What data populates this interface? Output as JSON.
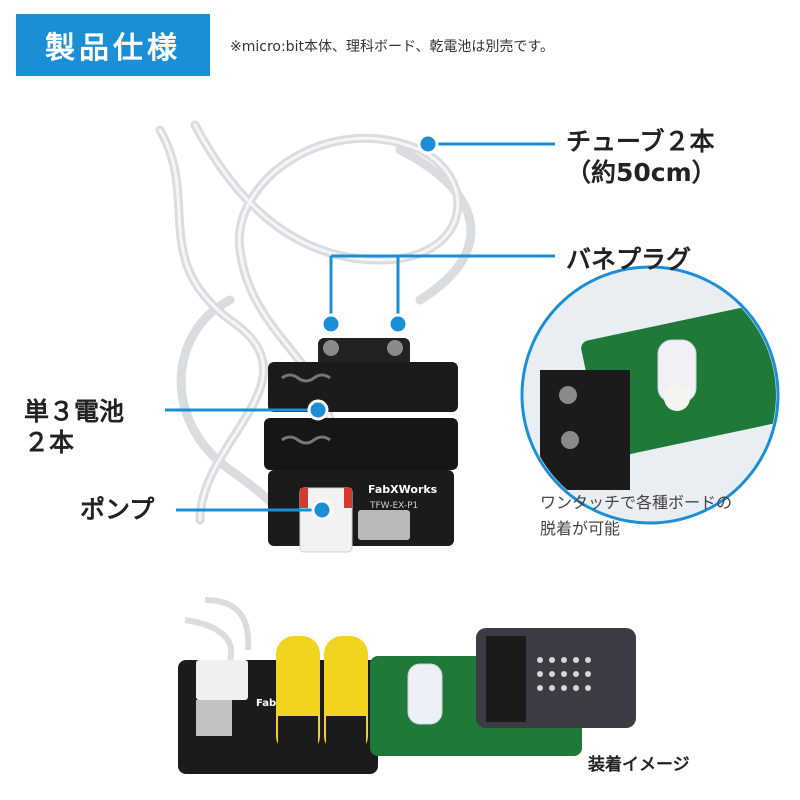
{
  "header": {
    "title": "製品仕様",
    "note": "※micro:bit本体、理科ボード、乾電池は別売です。"
  },
  "callouts": {
    "tube_line1": "チューブ２本",
    "tube_line2": "（約50cm）",
    "spring_plug": "バネプラグ",
    "battery_line1": "単３電池",
    "battery_line2": "２本",
    "pump": "ポンプ"
  },
  "detail_caption": {
    "line1": "ワンタッチで各種ボードの",
    "line2": "脱着が可能"
  },
  "install_label": "装着イメージ",
  "product_board": {
    "brand": "FabXWorks",
    "model": "TFW-EX-P1"
  },
  "colors": {
    "accent": "#1a8fd6",
    "board_black": "#1b1b1b",
    "pcb_green": "#1f7a3a",
    "battery_yellow": "#f1d320"
  }
}
